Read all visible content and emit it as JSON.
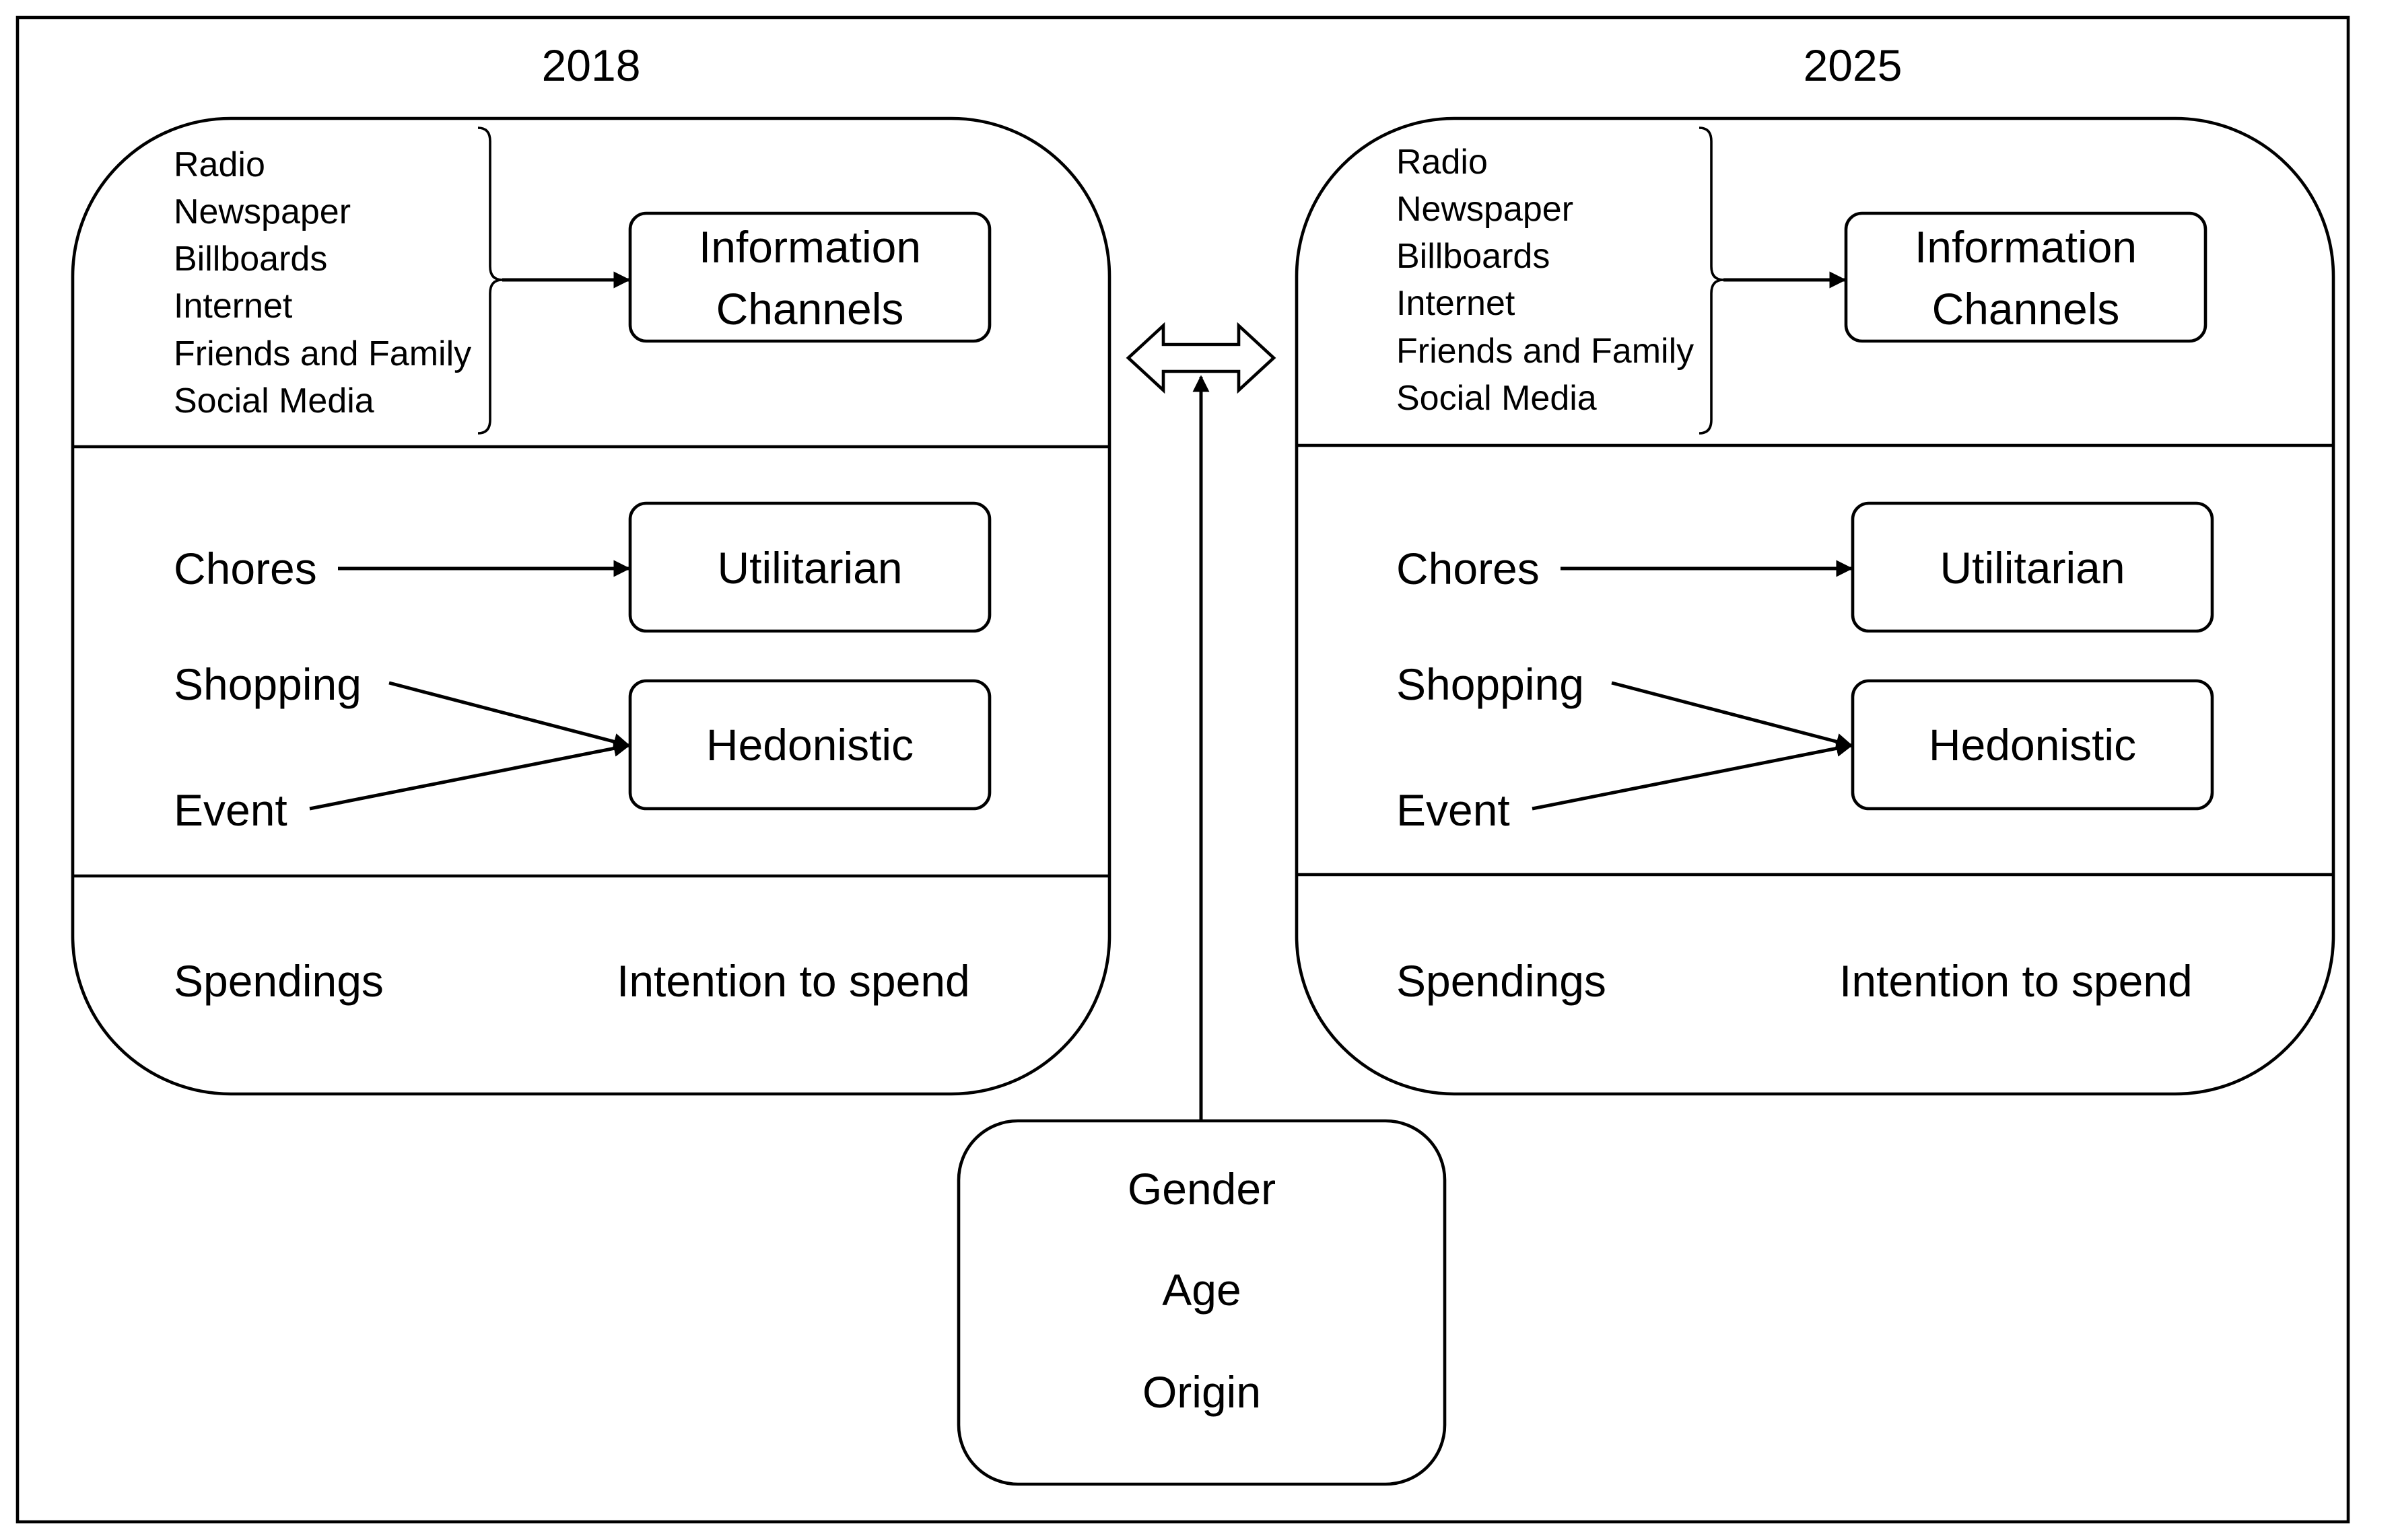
{
  "panels": [
    {
      "year": "2018",
      "channels": [
        "Radio",
        "Newspaper",
        "Billboards",
        "Internet",
        "Friends and Family",
        "Social Media"
      ],
      "channels_box": [
        "Information",
        "Channels"
      ],
      "activities": {
        "chores": "Chores",
        "shopping": "Shopping",
        "event": "Event"
      },
      "utilitarian": "Utilitarian",
      "hedonistic": "Hedonistic",
      "spendings": "Spendings",
      "intention": "Intention to spend"
    },
    {
      "year": "2025",
      "channels": [
        "Radio",
        "Newspaper",
        "Billboards",
        "Internet",
        "Friends and Family",
        "Social Media"
      ],
      "channels_box": [
        "Information",
        "Channels"
      ],
      "activities": {
        "chores": "Chores",
        "shopping": "Shopping",
        "event": "Event"
      },
      "utilitarian": "Utilitarian",
      "hedonistic": "Hedonistic",
      "spendings": "Spendings",
      "intention": "Intention to spend"
    }
  ],
  "demographics": [
    "Gender",
    "Age",
    "Origin"
  ],
  "colors": {
    "stroke": "#000000",
    "background": "#ffffff"
  }
}
